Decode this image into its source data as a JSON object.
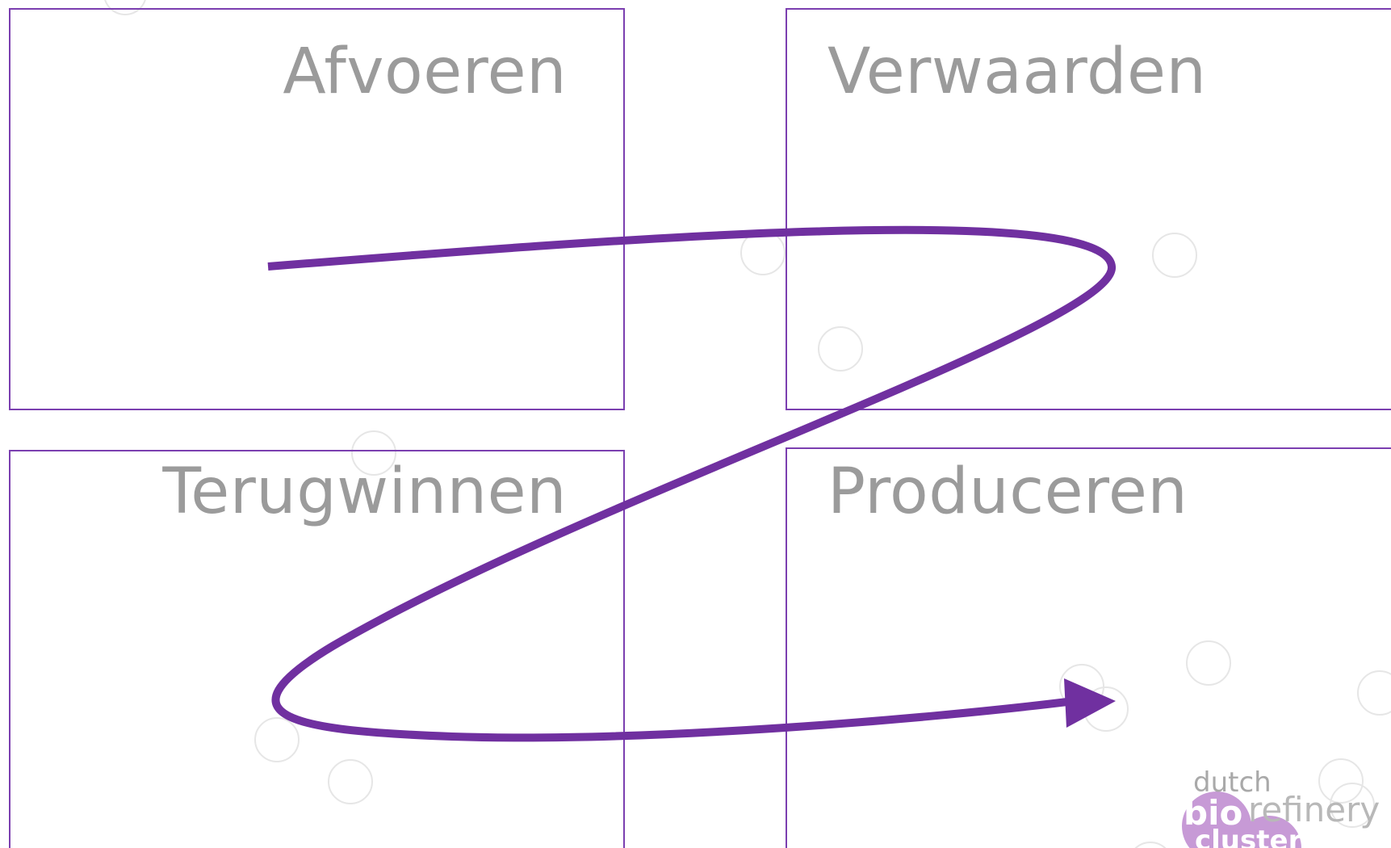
{
  "quadrants": {
    "top_left": "Afvoeren",
    "top_right": "Verwaarden",
    "bottom_left": "Terugwinnen",
    "bottom_right": "Produceren"
  },
  "logo": {
    "line1": "dutch",
    "bio": "bio",
    "line2": "refinery",
    "line3": "cluster"
  },
  "colors": {
    "accent": "#7030a0",
    "box_border": "#7b3fb0",
    "label_text": "#9b9b9b",
    "logo_blob": "#c79ad6"
  }
}
